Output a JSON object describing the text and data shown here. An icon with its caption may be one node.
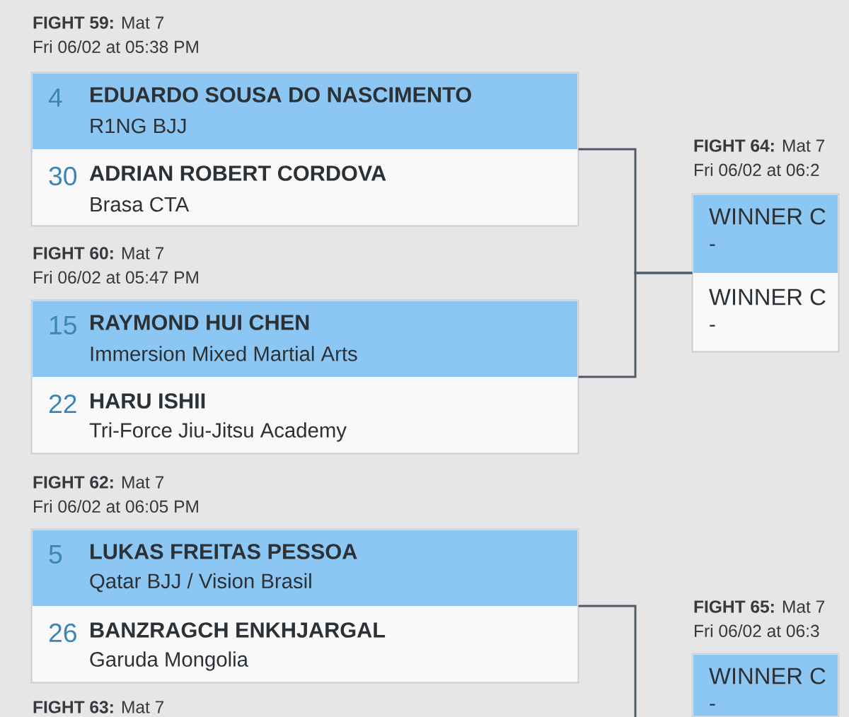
{
  "diagram": {
    "nodes": [
      {
        "text": [
          "**FIGHT 59:** Mat 7",
          "Fri 06/02 at 05:38 PM"
        ]
      },
      {
        "text": [
          "4",
          "EDUARDO SOUSA DO NASCIMENTO",
          "R1NG BJJ"
        ],
        "in": 0
      },
      {
        "text": [
          "30",
          "ADRIAN ROBERT CORDOVA",
          "Brasa CTA"
        ],
        "in": 0
      },
      {
        "text": [
          "**FIGHT 64:** Mat 7",
          "Fri 06/02 at 06:2"
        ]
      },
      {
        "text": [
          "WINNER C",
          "-"
        ],
        "in": 3
      },
      {
        "text": [
          "WINNER C",
          "-"
        ],
        "in": 3
      },
      {
        "text": [
          "**FIGHT 60:** Mat 7",
          "Fri 06/02 at 05:47 PM"
        ]
      },
      {
        "text": [
          "15",
          "RAYMOND HUI CHEN",
          "Immersion Mixed Martial Arts"
        ],
        "in": 6
      },
      {
        "text": [
          "22",
          "HARU ISHII",
          "Tri-Force Jiu-Jitsu Academy"
        ],
        "in": 6
      },
      {
        "text": [
          "**FIGHT 62:** Mat 7",
          "Fri 06/02 at 06:05 PM"
        ]
      },
      {
        "text": [
          "5",
          "LUKAS FREITAS PESSOA",
          "Qatar BJJ / Vision Brasil"
        ],
        "in": 9
      },
      {
        "text": [
          "26",
          "BANZRAGCH ENKHJARGAL",
          "Garuda Mongolia"
        ],
        "in": 9
      },
      {
        "text": [
          "**FIGHT 65:** Mat 7",
          "Fri 06/02 at 06:3"
        ]
      },
      {
        "text": [
          "WINNER C",
          "-"
        ],
        "in": 12
      }
    ],
    "edges": [
      {
        "from": 0,
        "to": 3,
        "arrow": "none"
      },
      {
        "from": 6,
        "to": 3,
        "arrow": "none"
      },
      {
        "from": 9,
        "to": null,
        "arrow": "none"
      }
    ],
    "labels": [
      "**FIGHT 63:** Mat 7"
    ]
  }
}
